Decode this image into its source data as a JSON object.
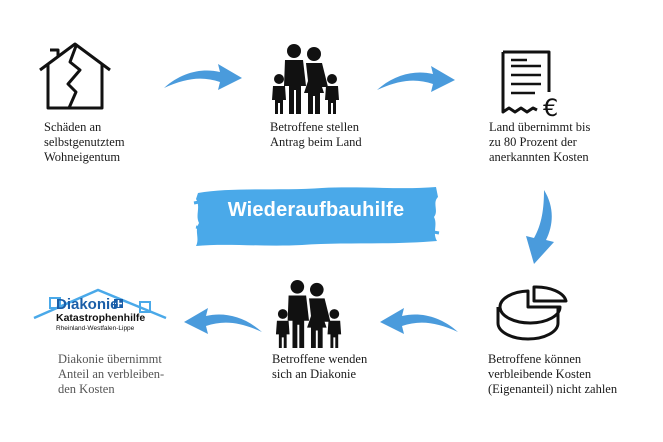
{
  "title": "Wiederaufbauhilfe",
  "steps": [
    {
      "text": "Schäden an\nselbstgenutztem\nWohneigentum"
    },
    {
      "text": "Betroffene stellen\nAntrag beim Land"
    },
    {
      "text": "Land übernimmt bis\nzu 80 Prozent der\nanerkannten Kosten"
    },
    {
      "text": "Betroffene können\nverbleibende Kosten\n(Eigenanteil) nicht zahlen"
    },
    {
      "text": "Betroffene wenden\nsich an Diakonie"
    },
    {
      "text": "Diakonie übernimmt\nAnteil an verbleiben-\nden Kosten"
    }
  ],
  "logo": {
    "name": "Diakonie",
    "subtitle": "Katastrophenhilfe",
    "region": "Rheinland-Westfalen-Lippe"
  },
  "colors": {
    "accent_blue": "#4aa9e9",
    "arrow_blue": "#4a9bdc",
    "logo_blue": "#1a5ea8",
    "icon_black": "#111111"
  },
  "icons": [
    "house-crack-icon",
    "family-icon",
    "invoice-euro-icon",
    "pie-chart-icon",
    "family-icon",
    "diakonie-logo"
  ]
}
